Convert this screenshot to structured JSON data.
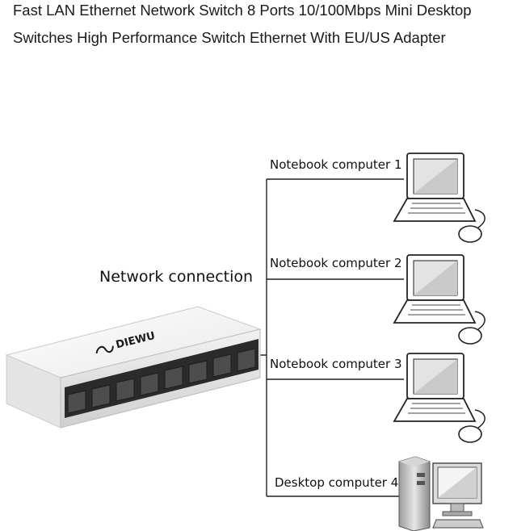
{
  "title": {
    "line1": "Fast LAN Ethernet Network Switch 8 Ports 10/100Mbps Mini Desktop",
    "line2": "Switches High Performance Switch Ethernet With EU/US Adapter"
  },
  "diagram": {
    "network_label": "Network connection",
    "switch_brand": "DIEWU",
    "devices": [
      {
        "label": "Notebook computer 1",
        "type": "laptop"
      },
      {
        "label": "Notebook computer 2",
        "type": "laptop"
      },
      {
        "label": "Notebook computer 3",
        "type": "laptop"
      },
      {
        "label": "Desktop computer 4",
        "type": "desktop"
      }
    ]
  }
}
